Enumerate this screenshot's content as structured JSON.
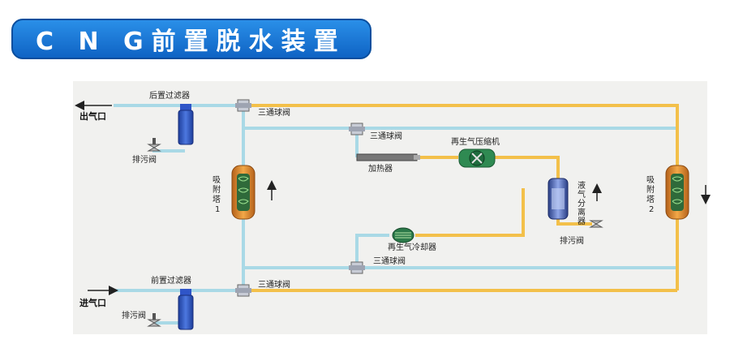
{
  "title": "C N G前置脱水装置",
  "labels": {
    "outlet": "出气口",
    "inlet": "进气口",
    "post_filter": "后置过滤器",
    "pre_filter": "前置过滤器",
    "drain_valve_top": "排污阀",
    "drain_valve_bottom": "排污阀",
    "drain_valve_right": "排污阀",
    "tee_valve_1": "三通球阀",
    "tee_valve_2": "三通球阀",
    "tee_valve_3": "三通球阀",
    "tee_valve_4": "三通球阀",
    "heater": "加热器",
    "compressor": "再生气压缩机",
    "cooler": "再生气冷却器",
    "separator": [
      "液",
      "气",
      "分",
      "离",
      "器"
    ],
    "tower1": [
      "吸",
      "附",
      "塔",
      "1"
    ],
    "tower2": [
      "吸",
      "附",
      "塔",
      "2"
    ]
  },
  "colors": {
    "banner": "#1a78d6",
    "gas_line": "#a9d9e6",
    "regen_line": "#f3c04a",
    "filter_blue": "#2f55c8",
    "tower_orange": "#e08a2a"
  }
}
